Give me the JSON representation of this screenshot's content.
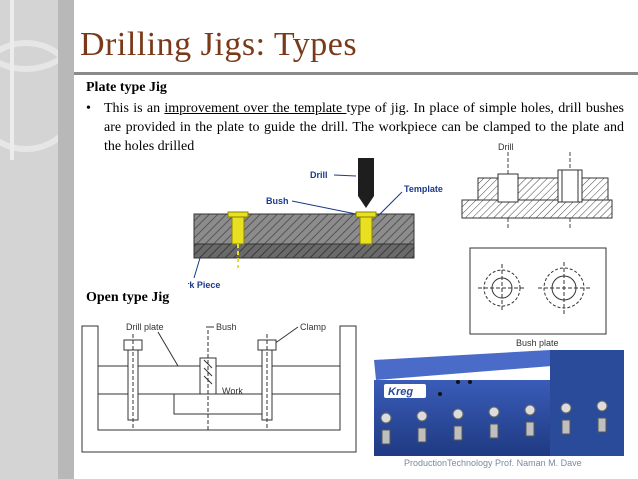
{
  "slide": {
    "title": "Drilling Jigs: Types",
    "section1_heading": "Plate type Jig",
    "bullet_text_a": "This is an ",
    "bullet_text_underlined": "improvement over the template ",
    "bullet_text_b": "type of jig. In place of simple holes, drill bushes are provided in the plate to guide the drill. The workpiece can be clamped to the plate and the holes drilled",
    "section2_heading": "Open type Jig",
    "footer": "ProductionTechnology  Prof. Naman M. Dave"
  },
  "figure_plate_jig": {
    "label_drill": "Drill",
    "label_bush": "Bush",
    "label_template": "Template",
    "label_work_piece": "Work Piece"
  },
  "figure_section": {
    "label_drill": "Drill"
  },
  "figure_open_jig": {
    "label_drill_plate": "Drill plate",
    "label_bush": "Bush",
    "label_clamp": "Clamp",
    "label_work": "Work"
  },
  "figure_kreg": {
    "label_bush_plate": "Bush plate",
    "brand": "Kreg"
  },
  "colors": {
    "title": "#7a3a1a",
    "bush_yellow": "#e8e020",
    "kreg_blue": "#2a4a9a"
  }
}
